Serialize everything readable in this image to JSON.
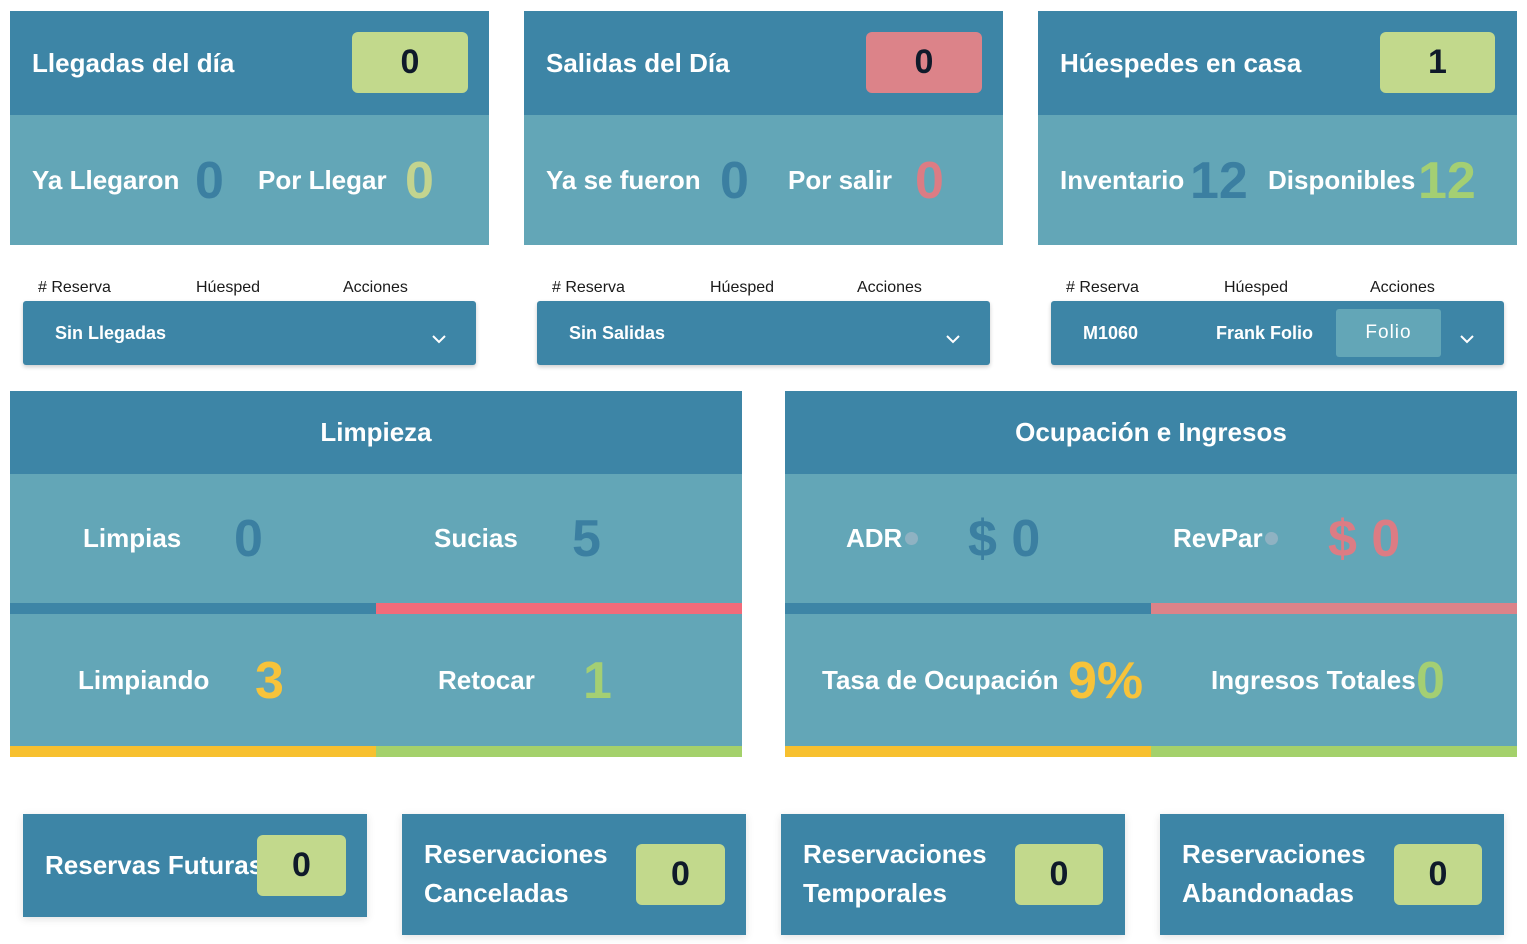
{
  "llegadas": {
    "title": "Llegadas del día",
    "count": "0",
    "ya_label": "Ya Llegaron",
    "ya_value": "0",
    "por_label": "Por Llegar",
    "por_value": "0",
    "col_reserva": "# Reserva",
    "col_huesped": "Húesped",
    "col_acciones": "Acciones",
    "dropdown_text": "Sin Llegadas"
  },
  "salidas": {
    "title": "Salidas del Día",
    "count": "0",
    "ya_label": "Ya se fueron",
    "ya_value": "0",
    "por_label": "Por salir",
    "por_value": "0",
    "col_reserva": "# Reserva",
    "col_huesped": "Húesped",
    "col_acciones": "Acciones",
    "dropdown_text": "Sin Salidas"
  },
  "huespedes": {
    "title": "Húespedes en casa",
    "count": "1",
    "inv_label": "Inventario",
    "inv_value": "12",
    "disp_label": "Disponibles",
    "disp_value": "12",
    "col_reserva": "# Reserva",
    "col_huesped": "Húesped",
    "col_acciones": "Acciones",
    "row_reserva": "M1060",
    "row_huesped": "Frank Folio",
    "row_action": "Folio"
  },
  "limpieza": {
    "title": "Limpieza",
    "limpias_label": "Limpias",
    "limpias_value": "0",
    "sucias_label": "Sucias",
    "sucias_value": "5",
    "limpiando_label": "Limpiando",
    "limpiando_value": "3",
    "retocar_label": "Retocar",
    "retocar_value": "1"
  },
  "ocupacion": {
    "title": "Ocupación e Ingresos",
    "adr_label": "ADR",
    "adr_value": "$ 0",
    "revpar_label": "RevPar",
    "revpar_value": "$ 0",
    "tasa_label": "Tasa de Ocupación",
    "tasa_value": "9%",
    "ingresos_label": "Ingresos Totales",
    "ingresos_value": "0"
  },
  "bottom_cards": [
    {
      "label": "Reservas Futuras",
      "value": "0"
    },
    {
      "label_line1": "Reservaciones",
      "label_line2": "Canceladas",
      "value": "0"
    },
    {
      "label_line1": "Reservaciones",
      "label_line2": "Temporales",
      "value": "0"
    },
    {
      "label_line1": "Reservaciones",
      "label_line2": "Abandonadas",
      "value": "0"
    }
  ],
  "colors": {
    "dark_panel": "#3d85a6",
    "light_panel": "#63a6b7",
    "badge_green": "#c2d98c",
    "badge_red": "#dc8389",
    "blue_number": "#3b7fa1",
    "olive_number": "#c3d48f",
    "red_number": "#dc7c84",
    "yellow_number": "#f7c33a",
    "green_number": "#a4cf73",
    "bar_blue": "#3d85a6",
    "bar_red": "#f26b7a",
    "bar_yellow": "#f7c02f",
    "bar_green": "#a4d16b"
  }
}
